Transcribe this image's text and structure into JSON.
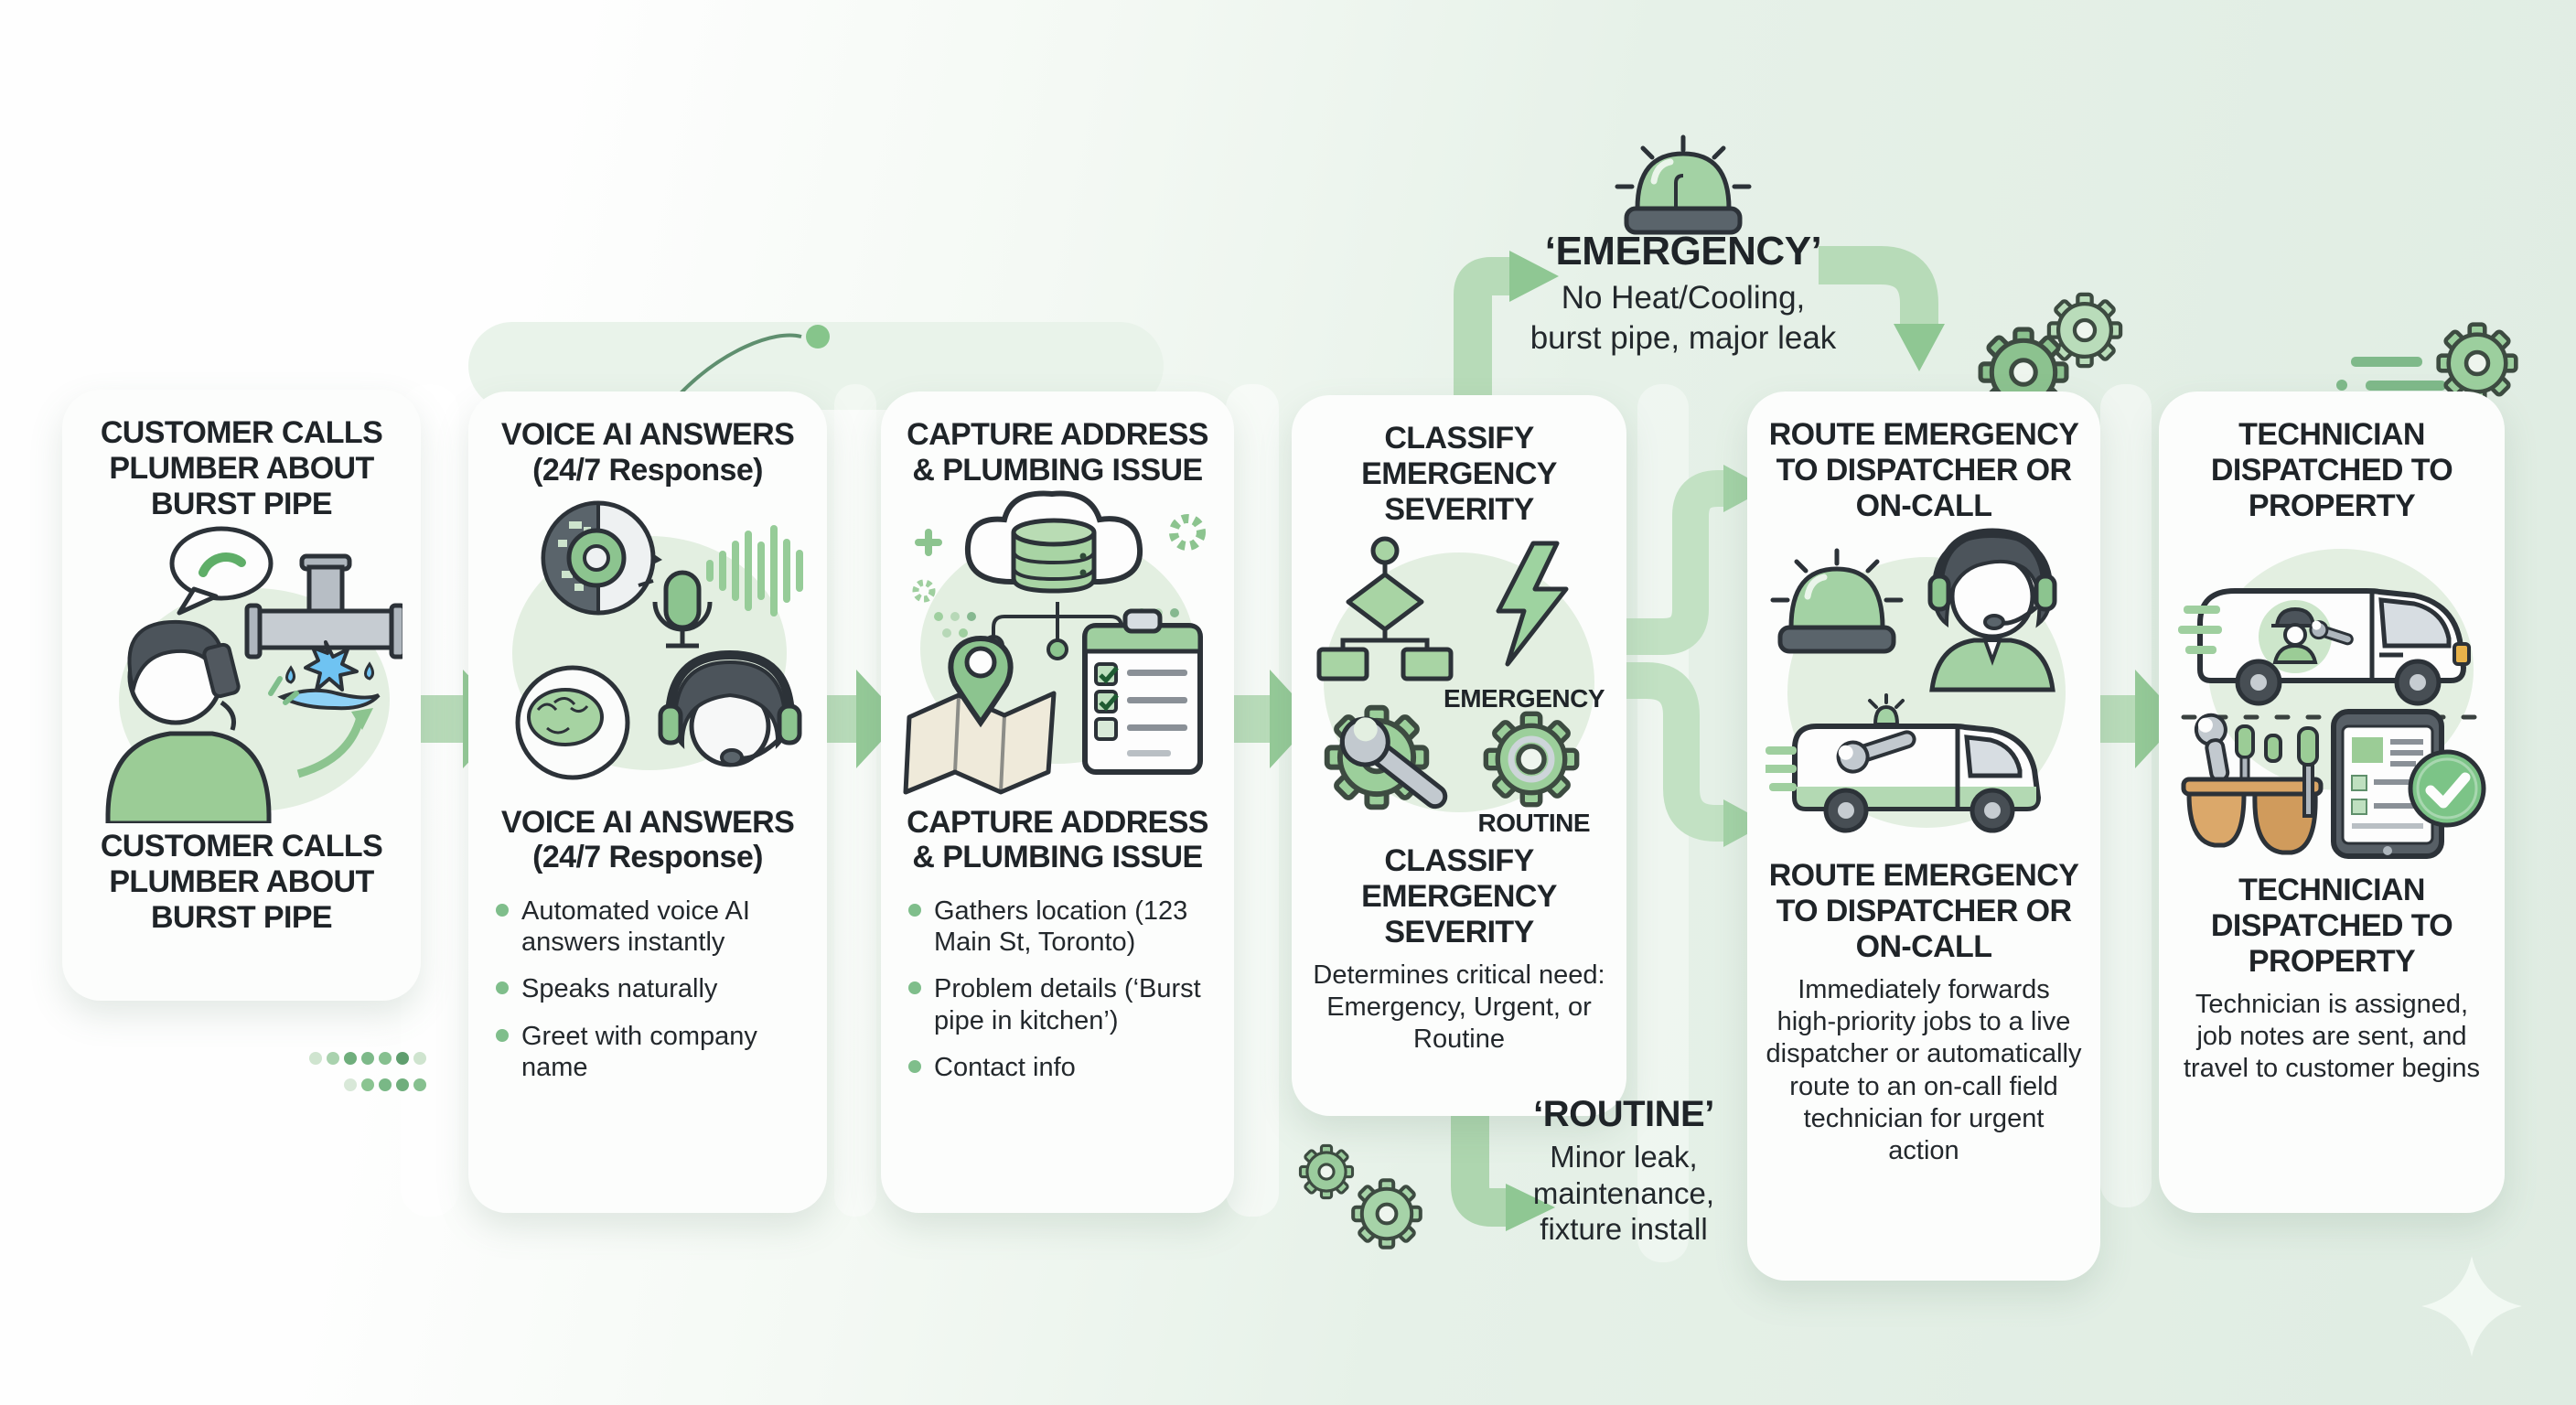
{
  "palette": {
    "background_green": "#e4efe6",
    "card_background": "#fcfdfc",
    "text_dark": "#1f2428",
    "arrow_green": "#9bcc9d",
    "bullet_green": "#7fbe8b",
    "icon_green": "#9ccf9b",
    "water_blue": "#6fc3f2"
  },
  "flow": {
    "direction": "left-to-right",
    "step_count": 6
  },
  "cards": [
    {
      "title": "CUSTOMER CALLS PLUMBER ABOUT BURST PIPE",
      "caption": "CUSTOMER CALLS PLUMBER ABOUT BURST PIPE",
      "icons": [
        "caller-with-phone-icon",
        "speech-bubble-phone-icon",
        "burst-pipe-icon",
        "upward-curved-arrow-icon"
      ]
    },
    {
      "title": "VOICE AI ANSWERS (24/7 Response)",
      "caption": "VOICE AI ANSWERS (24/7 Response)",
      "bullets": [
        "Automated voice AI answers instantly",
        "Speaks naturally",
        "Greet with company name"
      ],
      "icons": [
        "ai-robot-head-icon",
        "microphone-icon",
        "voice-waveform-icon",
        "brain-icon",
        "support-agent-headset-icon"
      ]
    },
    {
      "title": "CAPTURE ADDRESS & PLUMBING ISSUE",
      "caption": "CAPTURE ADDRESS & PLUMBING ISSUE",
      "bullets": [
        "Gathers location (123 Main St, Toronto)",
        "Problem details (‘Burst pipe in kitchen’)",
        "Contact info"
      ],
      "icons": [
        "cloud-database-icon",
        "plus-icon",
        "network-nodes-icon",
        "map-location-pin-icon",
        "checklist-clipboard-icon",
        "small-gear-icon"
      ]
    },
    {
      "title": "CLASSIFY EMERGENCY SEVERITY",
      "caption": "CLASSIFY EMERGENCY SEVERITY",
      "subtitle": "Determines critical need: Emergency, Urgent, or Routine",
      "severity_labels": {
        "emergency": "EMERGENCY",
        "routine": "ROUTINE"
      },
      "icons": [
        "decision-flowchart-icon",
        "lightning-bolt-icon",
        "gear-wrench-icon",
        "gear-icon"
      ]
    },
    {
      "title": "ROUTE EMERGENCY TO DISPATCHER OR ON-CALL",
      "caption": "ROUTE EMERGENCY TO DISPATCHER OR ON-CALL",
      "subtitle": "Immediately forwards high-priority jobs to a live dispatcher or automatically route to an on-call field technician for urgent action",
      "icons": [
        "siren-icon",
        "dispatcher-headset-icon",
        "service-van-icon"
      ]
    },
    {
      "title": "TECHNICIAN DISPATCHED TO PROPERTY",
      "caption": "TECHNICIAN DISPATCHED TO PROPERTY",
      "subtitle": "Technician is assigned, job notes are sent, and travel to customer begins",
      "icons": [
        "technician-van-icon",
        "tool-belt-icon",
        "job-checklist-tablet-icon",
        "check-circle-icon"
      ]
    }
  ],
  "branches": {
    "emergency": {
      "label": "‘EMERGENCY’",
      "description": "No Heat/Cooling,\nburst pipe, major leak",
      "icon": "siren-icon"
    },
    "routine": {
      "label": "‘ROUTINE’",
      "description": "Minor leak,\nmaintenance,\nfixture install"
    }
  },
  "decorations": [
    "gears-icon",
    "speed-lines-icon",
    "dots-grid",
    "sparkle-icon",
    "curve-dot-accent"
  ]
}
